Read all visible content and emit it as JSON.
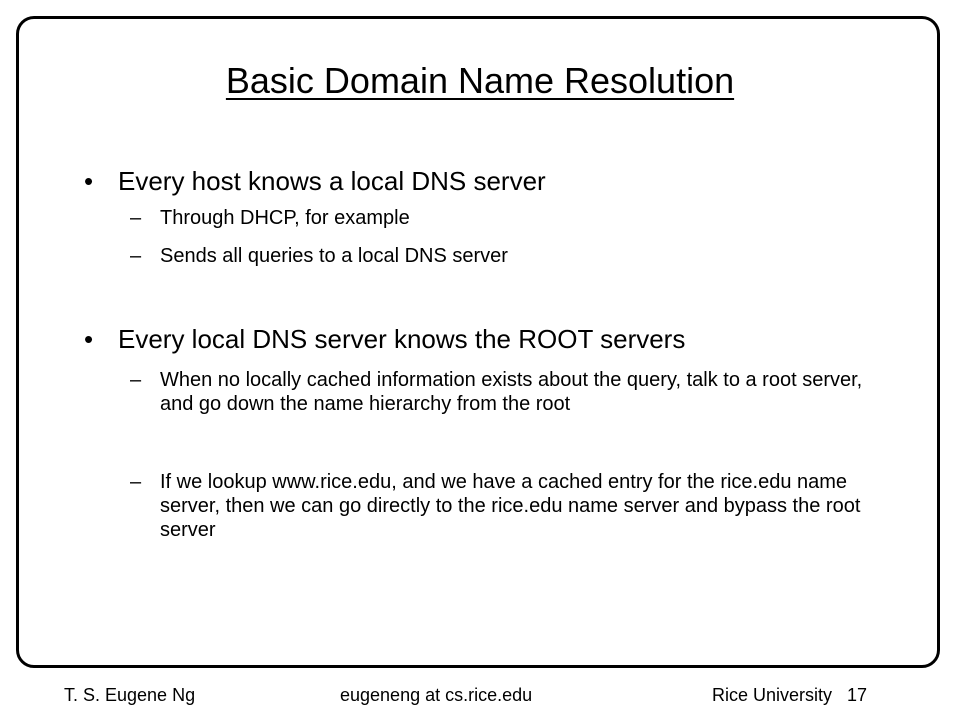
{
  "slide": {
    "title": "Basic Domain Name Resolution",
    "bullets": [
      {
        "marker": "•",
        "text": "Every host knows a local DNS server",
        "subitems": [
          {
            "marker": "–",
            "text": "Through DHCP, for example"
          },
          {
            "marker": "–",
            "text": "Sends all queries to a local DNS server"
          }
        ]
      },
      {
        "marker": "•",
        "text": "Every local DNS server knows the ROOT servers",
        "subitems": [
          {
            "marker": "–",
            "text": "When no locally cached information exists about the query, talk to a root server, and go down the name hierarchy from the root"
          },
          {
            "marker": "–",
            "text": "If we lookup www.rice.edu, and we have a cached entry for the rice.edu name server, then we can go directly to the rice.edu name server and bypass the root server"
          }
        ]
      }
    ]
  },
  "footer": {
    "author": "T. S. Eugene Ng",
    "email": "eugeneng at cs.rice.edu",
    "institution_page": "Rice University   17"
  }
}
